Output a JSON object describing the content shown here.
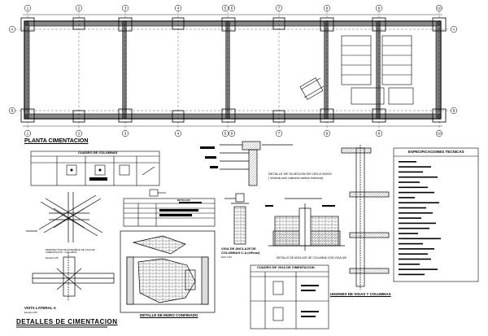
{
  "plan": {
    "title": "PLANTA CIMENTACION",
    "grid_cols": [
      "1",
      "2",
      "3",
      "4",
      "5",
      "6",
      "7",
      "8",
      "9",
      "10"
    ],
    "grid_rows": [
      "A",
      "B"
    ]
  },
  "columns_table": {
    "title": "CUADRO DE COLUMNAS"
  },
  "section_labels": {
    "perspective": "PERSPECTIVA DE ENSAMBLE DE VIGA DE CIMENTACION - COLUMNA",
    "perspective_scale": "Escala 1/25",
    "lateral_view": "VISTA LATERAL A",
    "lateral_scale": "Escala 1/25",
    "confined_wall": "DETALLE DE MURO CONFINADO",
    "anchor_beam_line1": "VIGA DE ANCLAJE DE",
    "anchor_beam_line2": "COLUMNAS C-A (efficaz)",
    "anchor_beam_scale": "ESC 1/20",
    "floor_joint_line1": "DETALLE DE SUJECION DE CIELO RASO",
    "floor_joint_line2": "( Viviendo solo Lateral en ambos extremos)",
    "foundation_beam_detail": "DETALLE DE ANCLAJE DE COLUMNA CON VIGA 3/8",
    "beam_table_title": "CUADRO DE VIGA DE CIMENTACION",
    "joints": "UNIONES DE VIGAS Y COLUMNAS",
    "specs_title": "ESPECIFICACIONES TECNICAS",
    "footer_title": "DETALLES DE CIMENTACION",
    "column_detail": "DETALLES"
  },
  "palette": {
    "line": "#000000",
    "paper": "#ffffff",
    "hatch": "#555555"
  }
}
